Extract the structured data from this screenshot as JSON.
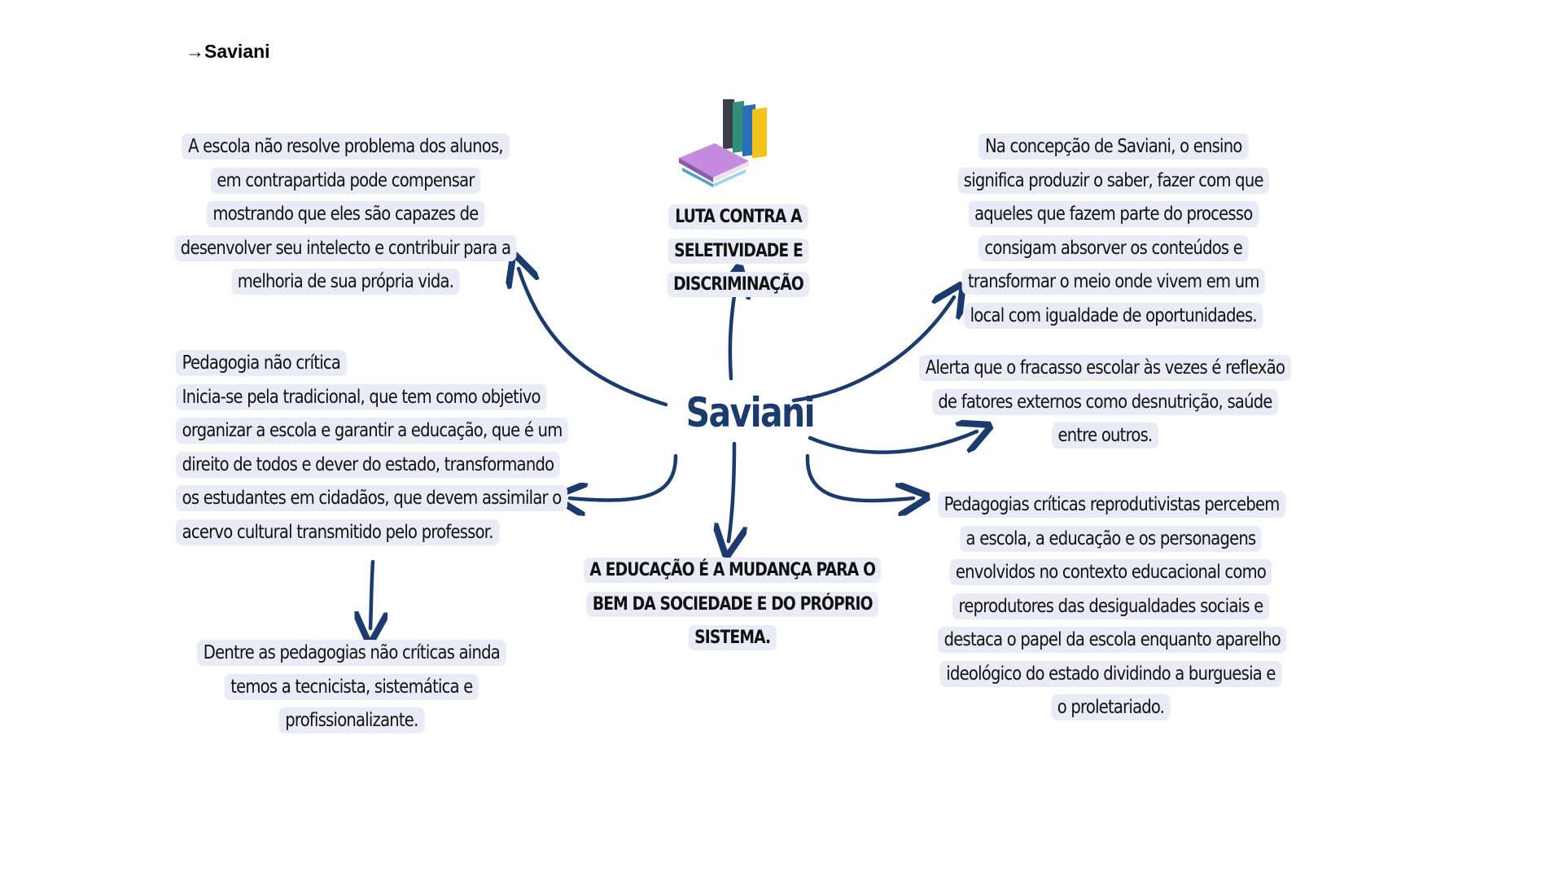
{
  "heading": "→Saviani",
  "center_label": "Saviani",
  "nodes": {
    "top_left": "A escola não resolve problema dos alunos, em contrapartida pode compensar mostrando que eles são capazes de desenvolver seu intelecto e contribuir para a melhoria de sua própria vida.",
    "top_center": "LUTA CONTRA A SELETIVIDADE E DISCRIMINAÇÃO",
    "top_right": "Na concepção de Saviani, o ensino significa produzir o saber, fazer com que aqueles que fazem parte do processo consigam absorver os conteúdos e transformar o meio onde vivem em um local com igualdade de oportunidades.",
    "middle_left_title": "Pedagogia não crítica",
    "middle_left_body": "Inicia-se pela tradicional, que tem como objetivo organizar a escola e garantir a educação, que é um direito de todos e dever do estado, transformando os estudantes em cidadãos, que devem assimilar o acervo cultural transmitido pelo professor.",
    "middle_right": "Alerta que o fracasso escolar às vezes é reflexão de fatores externos como desnutrição, saúde entre outros.",
    "bottom_center": "A EDUCAÇÃO É A MUDANÇA PARA O BEM DA SOCIEDADE E DO PRÓPRIO SISTEMA.",
    "bottom_right": "Pedagogias críticas reprodutivistas percebem a escola, a educação e os personagens envolvidos no contexto educacional como reprodutores das desigualdades sociais e destaca o papel da escola enquanto aparelho ideológico do estado dividindo a burguesia e o proletariado.",
    "bottom_left": "Dentre as pedagogias não críticas ainda temos a tecnicista, sistemática e profissionalizante."
  },
  "colors": {
    "arrow": "#1b3a6e",
    "box_fill": "#e9ecf6",
    "center_text": "#1b3a6e"
  },
  "icons": [
    "books-icon"
  ]
}
